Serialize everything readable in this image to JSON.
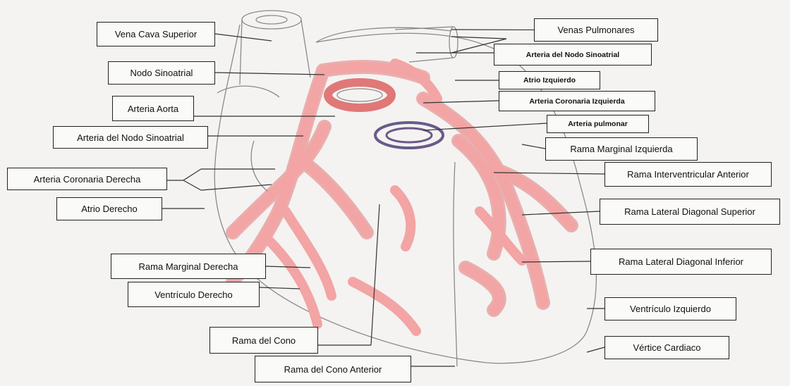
{
  "labels": {
    "vena_cava_superior": "Vena Cava Superior",
    "venas_pulmonares": "Venas Pulmonares",
    "arteria_nodo_sinoatrial_right": "Arteria del Nodo Sinoatrial",
    "nodo_sinoatrial": "Nodo Sinoatrial",
    "atrio_izquierdo": "Atrio Izquierdo",
    "arteria_aorta": "Arteria Aorta",
    "arteria_coronaria_izquierda": "Arteria Coronaria Izquierda",
    "arteria_nodo_sinoatrial_left": "Arteria del Nodo Sinoatrial",
    "arteria_pulmonar": "Arteria pulmonar",
    "rama_marginal_izquierda": "Rama Marginal Izquierda",
    "arteria_coronaria_derecha": "Arteria Coronaria Derecha",
    "rama_interventricular_anterior": "Rama Interventricular Anterior",
    "atrio_derecho": "Atrio Derecho",
    "rama_lateral_diagonal_superior": "Rama Lateral Diagonal Superior",
    "rama_marginal_derecha": "Rama Marginal Derecha",
    "rama_lateral_diagonal_inferior": "Rama Lateral Diagonal Inferior",
    "ventriculo_derecho": "Ventrículo Derecho",
    "ventriculo_izquierdo": "Ventrículo Izquierdo",
    "rama_del_cono": "Rama del Cono",
    "vertice_cardiaco": "Vértice Cardiaco",
    "rama_del_cono_anterior": "Rama del Cono Anterior"
  },
  "colors": {
    "artery": "#f3a4a4",
    "artery_edge": "#e07878",
    "outline": "#8a8a8a",
    "pulmonary_ring": "#6a5a8a",
    "leader": "#333333"
  }
}
